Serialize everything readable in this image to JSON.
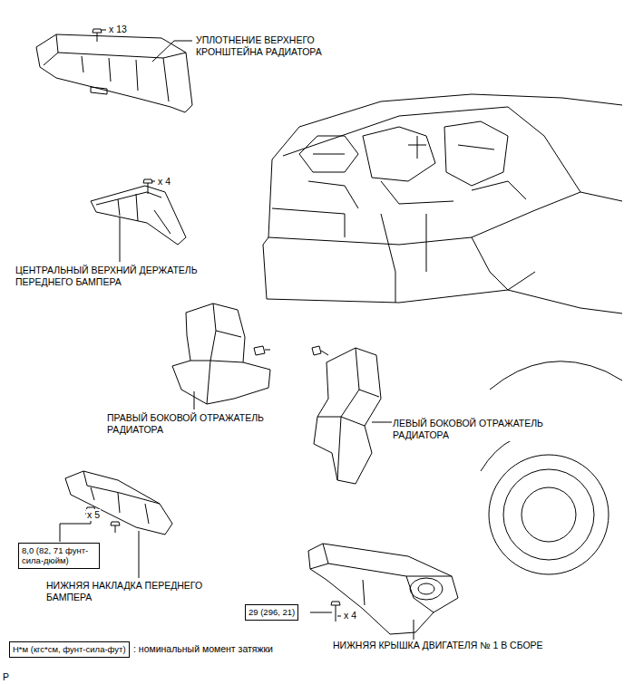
{
  "diagram": {
    "nodes": [
      {
        "text": [
          "8,0 (82, 71 фунт-сила-дюйм)"
        ]
      },
      {
        "text": [
          "29 (296, 21)"
        ]
      },
      {
        "text": [
          "Н*м (кгс*см, фунт-сила-фут)"
        ]
      }
    ],
    "labels": [
      "x 13",
      "УПЛОТНЕНИЕ ВЕРХНЕГО КРОНШТЕЙНА РАДИАТОРА",
      "x 4",
      "ЦЕНТРАЛЬНЫЙ ВЕРХНИЙ ДЕРЖАТЕЛЬ ПЕРЕДНЕГО БАМПЕРА",
      "ПРАВЫЙ БОКОВОЙ ОТРАЖАТЕЛЬ РАДИАТОРА",
      "ЛЕВЫЙ БОКОВОЙ ОТРАЖАТЕЛЬ РАДИАТОРА",
      "x 5",
      "НИЖНЯЯ НАКЛАДКА ПЕРЕДНЕГО БАМПЕРА",
      "x 4",
      "НИЖНЯЯ КРЫШКА ДВИГАТЕЛЯ № 1 В СБОРЕ",
      ": номинальный момент затяжки",
      "P"
    ]
  }
}
